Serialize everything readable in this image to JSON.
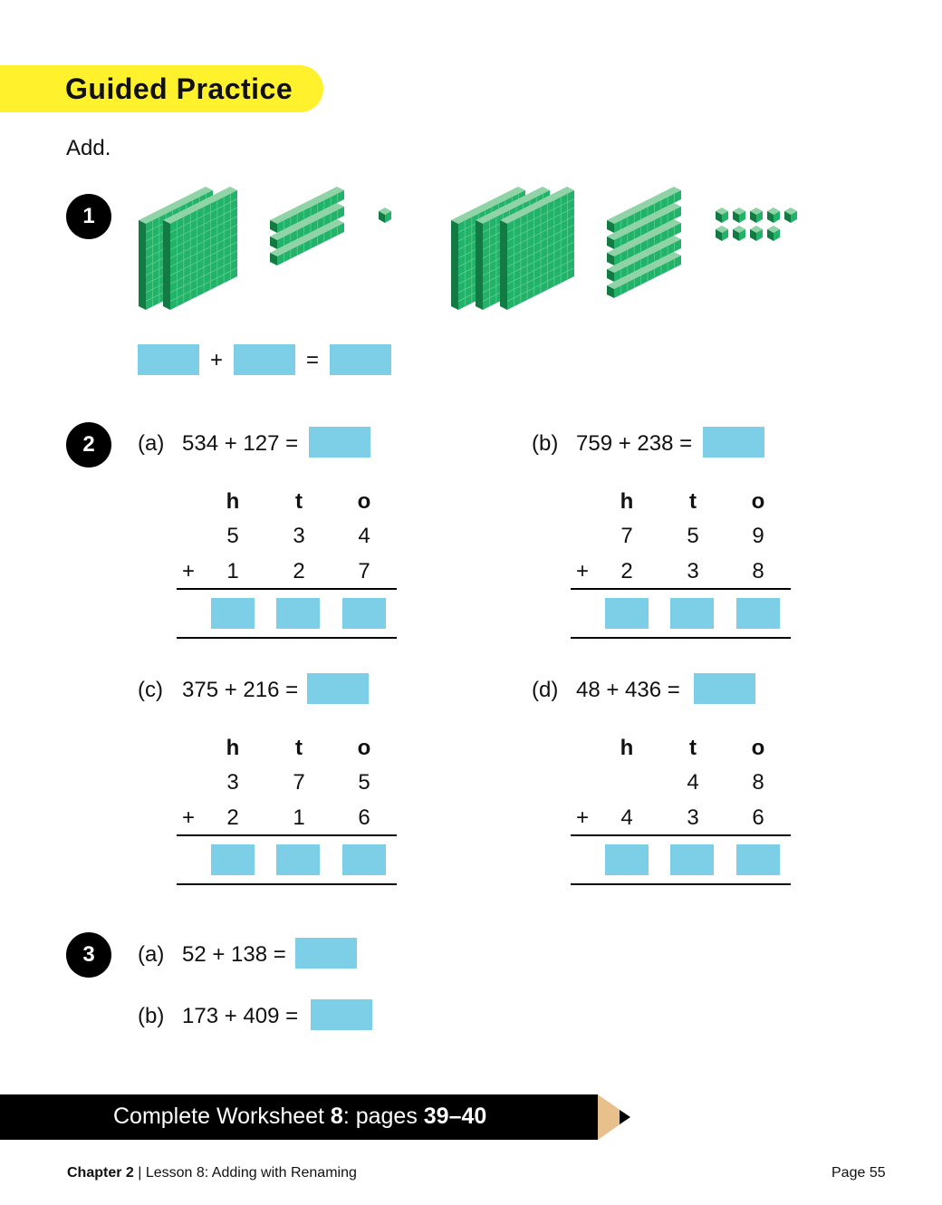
{
  "header": {
    "title": "Guided Practice",
    "instruction": "Add."
  },
  "q1": {
    "number": "1",
    "groups": [
      {
        "hundreds": 2,
        "tens": 3,
        "ones": 1
      },
      {
        "hundreds": 3,
        "tens": 5,
        "ones": 9
      }
    ],
    "plus": "+",
    "equals": "="
  },
  "q2": {
    "number": "2",
    "column_headers": [
      "h",
      "t",
      "o"
    ],
    "plus": "+",
    "parts": [
      {
        "label": "(a)",
        "expression": "534 + 127 =",
        "top": [
          "5",
          "3",
          "4"
        ],
        "bottom": [
          "1",
          "2",
          "7"
        ]
      },
      {
        "label": "(b)",
        "expression": "759 + 238 =",
        "top": [
          "7",
          "5",
          "9"
        ],
        "bottom": [
          "2",
          "3",
          "8"
        ]
      },
      {
        "label": "(c)",
        "expression": "375 + 216 =",
        "top": [
          "3",
          "7",
          "5"
        ],
        "bottom": [
          "2",
          "1",
          "6"
        ]
      },
      {
        "label": "(d)",
        "expression": "48 + 436 =",
        "top": [
          "",
          "4",
          "8"
        ],
        "bottom": [
          "4",
          "3",
          "6"
        ]
      }
    ]
  },
  "q3": {
    "number": "3",
    "parts": [
      {
        "label": "(a)",
        "expression": "52 + 138 ="
      },
      {
        "label": "(b)",
        "expression": "173 + 409 ="
      }
    ]
  },
  "footer": {
    "worksheet_prefix": "Complete Worksheet ",
    "worksheet_number": "8",
    "pages_prefix": ": pages ",
    "pages": "39–40",
    "chapter": "Chapter 2",
    "lesson": "Lesson 8: Adding with Renaming",
    "page": "Page 55"
  },
  "colors": {
    "banner": "#fff22c",
    "answer_box": "#7ccfe6",
    "block_front": "#22b36a",
    "block_top": "#8fd3a6",
    "block_side": "#137a43",
    "pencil_wood": "#e8c08c"
  }
}
